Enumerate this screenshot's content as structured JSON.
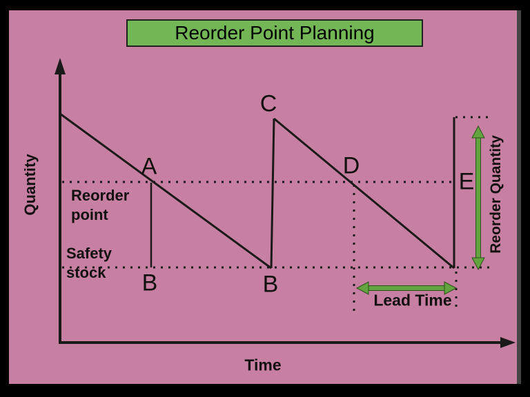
{
  "title": "Reorder Point Planning",
  "axes": {
    "y_label": "Quantity",
    "x_label": "Time"
  },
  "labels": {
    "reorder_point": "Reorder\npoint",
    "safety_stock": "Safety\nstock",
    "lead_time": "Lead Time",
    "reorder_quantity": "Reorder Quantity"
  },
  "points": {
    "a": "A",
    "b1": "B",
    "b2": "B",
    "c": "C",
    "d": "D",
    "e": "E"
  },
  "colors": {
    "background": "#c77fa2",
    "frame": "#000000",
    "title_bg": "#73b656",
    "title_border": "#1f1f1f",
    "line": "#1a1a1a",
    "arrow_green": "#63a340",
    "arrow_green_border": "#2c501c",
    "text": "#111111"
  }
}
